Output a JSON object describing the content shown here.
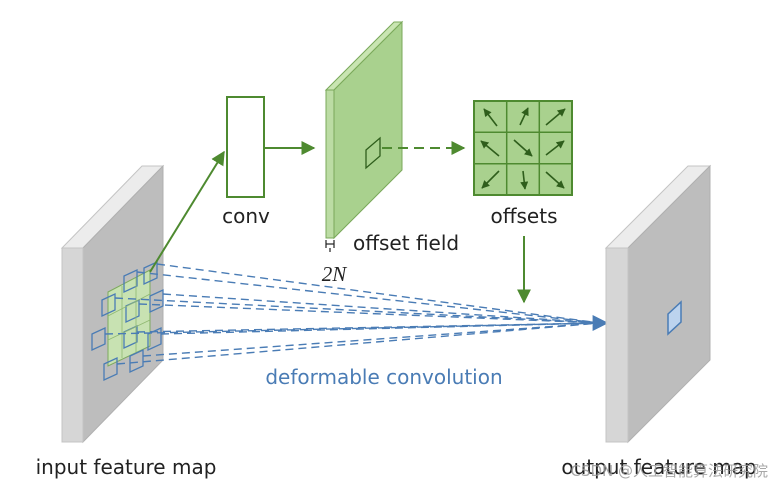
{
  "labels": {
    "conv": "conv",
    "offset_field": "offset field",
    "two_n": "2N",
    "offsets": "offsets",
    "deformable_convolution": "deformable convolution",
    "input_feature_map": "input feature map",
    "output_feature_map": "output feature map"
  },
  "watermark": "CSDN @人工智能算法研究院",
  "colors": {
    "green_stroke": "#4e8a30",
    "green_fill": "#a9d18e",
    "green_light": "#c9e5b2",
    "blue": "#4a7cb5",
    "blue_fill": "#bcd3ee",
    "panel_front": "#d4d4d4",
    "panel_side": "#b8b8b8",
    "panel_top": "#e8e8e8",
    "text": "#222222",
    "watermark": "#9a9a9a"
  }
}
